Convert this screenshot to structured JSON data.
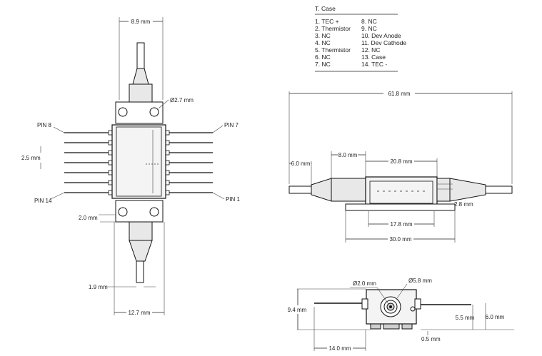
{
  "legend": {
    "title": "T. Case",
    "left": [
      "1. TEC +",
      "2. Thermistor",
      "3. NC",
      "4. NC",
      "5. Thermistor",
      "6. NC",
      "7. NC"
    ],
    "right": [
      "8. NC",
      "9. NC",
      "10. Dev Anode",
      "11. Dev Cathode",
      "12. NC",
      "13. Case",
      "14. TEC -"
    ]
  },
  "top_view": {
    "width_top": "8.9 mm",
    "hole": "Ø2.7 mm",
    "pin8": "PIN 8",
    "pin7": "PIN 7",
    "pitch": "2.5 mm",
    "pin14": "PIN 14",
    "pin1": "PIN 1",
    "flange": "2.0 mm",
    "fiber": "1.9 mm",
    "width_bottom": "12.7 mm"
  },
  "side_view": {
    "total": "61.8 mm",
    "boot": "6.0 mm",
    "taper": "8.0 mm",
    "body": "20.8 mm",
    "pin_offset": "2.8 mm",
    "inner": "17.8 mm",
    "base": "30.0 mm"
  },
  "end_view": {
    "fiber_d": "Ø2.0 mm",
    "boot_d": "Ø5.8 mm",
    "height": "9.4 mm",
    "axis_h": "5.5 mm",
    "total_h": "6.0 mm",
    "lead": "0.5 mm",
    "width": "14.0 mm"
  }
}
